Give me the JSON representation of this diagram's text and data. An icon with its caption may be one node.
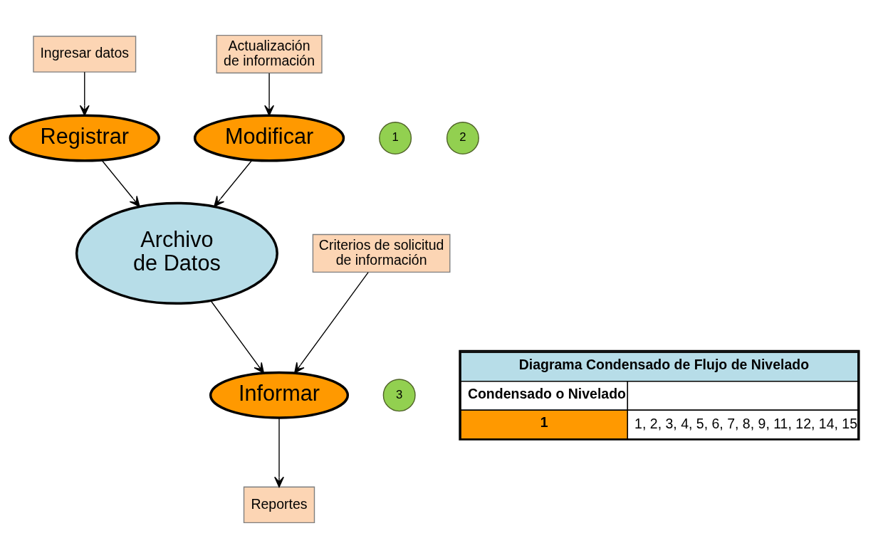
{
  "diagram": {
    "nodes": [
      {
        "text": [
          "Ingresar datos"
        ]
      },
      {
        "text": [
          "Registrar"
        ]
      },
      {
        "text": [
          "1"
        ]
      },
      {
        "text": [
          "2"
        ]
      },
      {
        "text": [
          "Modificar"
        ]
      },
      {
        "text": [
          "Archivo de Datos"
        ]
      },
      {
        "text": [
          "Actualización de información"
        ]
      },
      {
        "text": [
          "Criterios de solicitud de información"
        ]
      },
      {
        "text": [
          "Informar"
        ]
      },
      {
        "text": [
          "3"
        ]
      },
      {
        "text": [
          "Reportes"
        ]
      }
    ],
    "edges": [
      {
        "from": 0,
        "to": 1,
        "arrow": "to"
      },
      {
        "from": 1,
        "to": 5,
        "arrow": "to"
      },
      {
        "from": 4,
        "to": 5,
        "arrow": "to"
      },
      {
        "from": 6,
        "to": 4,
        "arrow": "to"
      },
      {
        "from": 5,
        "to": 8,
        "arrow": "to"
      },
      {
        "from": 7,
        "to": 8,
        "arrow": "to"
      },
      {
        "from": 8,
        "to": 10,
        "arrow": "to"
      }
    ],
    "labels": [
      "Diagrama Condensado de Flujo de Nivelado",
      "Condensado o Nivelado",
      "1",
      "1, 2, 3, 4, 5, 6, 7, 8, 9, 11, 12, 14, 15"
    ]
  }
}
